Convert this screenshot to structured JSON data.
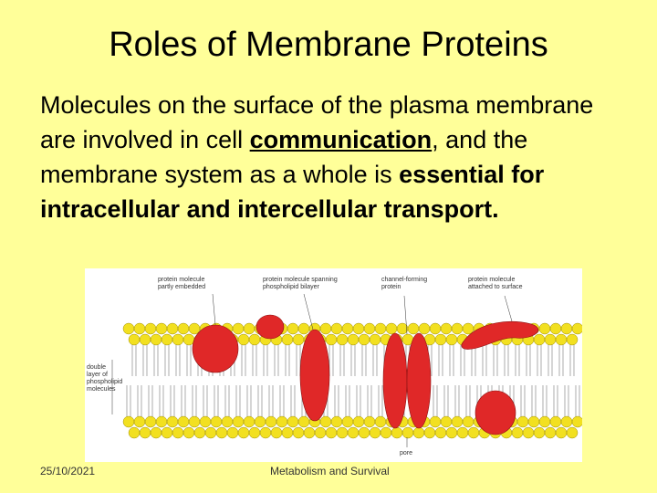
{
  "slide": {
    "title": "Roles of Membrane Proteins",
    "body": {
      "part1": "Molecules on the surface of the plasma membrane are involved in cell ",
      "underlined": "communication",
      "part2": ", and the membrane system as a whole is ",
      "bold": "essential for intracellular and intercellular transport."
    },
    "footer": {
      "date": "25/10/2021",
      "center": "Metabolism and Survival"
    }
  },
  "figure": {
    "labels": {
      "embedded": [
        "protein molecule",
        "partly embedded"
      ],
      "spanning": [
        "protein molecule spanning",
        "phospholipid bilayer"
      ],
      "channel": [
        "channel-forming",
        "protein"
      ],
      "surface": [
        "protein molecule",
        "attached to surface"
      ],
      "bilayer": [
        "double",
        "layer of",
        "phospholipid",
        "molecules"
      ],
      "pore": "pore"
    },
    "colors": {
      "head": "#f2e020",
      "protein": "#e02828",
      "tail": "#888888"
    }
  }
}
